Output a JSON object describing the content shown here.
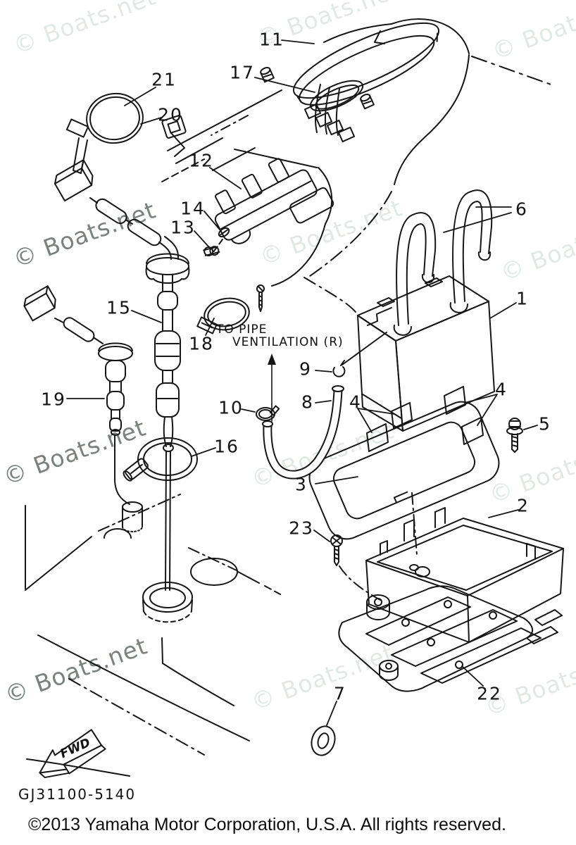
{
  "watermark": {
    "text": "© Boats.net"
  },
  "colors": {
    "background": "#ffffff",
    "line": "#161616",
    "watermark_light": "#e2e9e5",
    "watermark_dark": "#7b827e"
  },
  "callouts": [
    {
      "num": "11"
    },
    {
      "num": "17"
    },
    {
      "num": "21"
    },
    {
      "num": "20"
    },
    {
      "num": "12"
    },
    {
      "num": "14"
    },
    {
      "num": "13"
    },
    {
      "num": "6"
    },
    {
      "num": "1"
    },
    {
      "num": "15"
    },
    {
      "num": "18"
    },
    {
      "num": "9"
    },
    {
      "num": "10"
    },
    {
      "num": "8"
    },
    {
      "num": "4"
    },
    {
      "num": "4"
    },
    {
      "num": "5"
    },
    {
      "num": "19"
    },
    {
      "num": "16"
    },
    {
      "num": "3"
    },
    {
      "num": "2"
    },
    {
      "num": "23"
    },
    {
      "num": "7"
    },
    {
      "num": "22"
    }
  ],
  "annotations": {
    "vent_line1": "TO PIPE",
    "vent_line2": "VENTILATION (R)",
    "fwd": "FWD"
  },
  "footer": {
    "diagram_code": "GJ31100-5140",
    "copyright": "©2013 Yamaha Motor Corporation, U.S.A. All rights reserved."
  }
}
